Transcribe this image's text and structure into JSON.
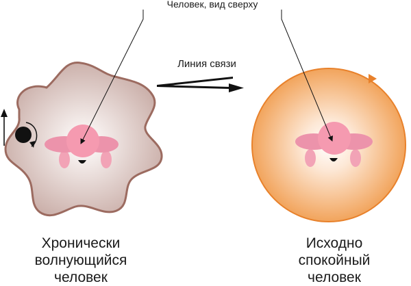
{
  "diagram": {
    "top_label": "Человек, вид сверху",
    "link_label": "Линия связи",
    "left_caption": [
      "Хронически",
      "волнующийся",
      "человек"
    ],
    "right_caption": [
      "Исходно",
      "спокойный",
      "человек"
    ]
  },
  "colors": {
    "worried_aura_center": "#ffffff",
    "worried_aura_edge": "#c9ada7",
    "worried_aura_stroke": "#9c6b60",
    "calm_aura_center": "#ffffff",
    "calm_aura_edge": "#f09a4a",
    "calm_aura_stroke": "#e8812b",
    "person_head": "#f59ab0",
    "person_body": "#ec93ab",
    "person_limbs": "#f2a3b6",
    "nose": "#111111",
    "ball": "#111111",
    "lines": "#111111"
  }
}
